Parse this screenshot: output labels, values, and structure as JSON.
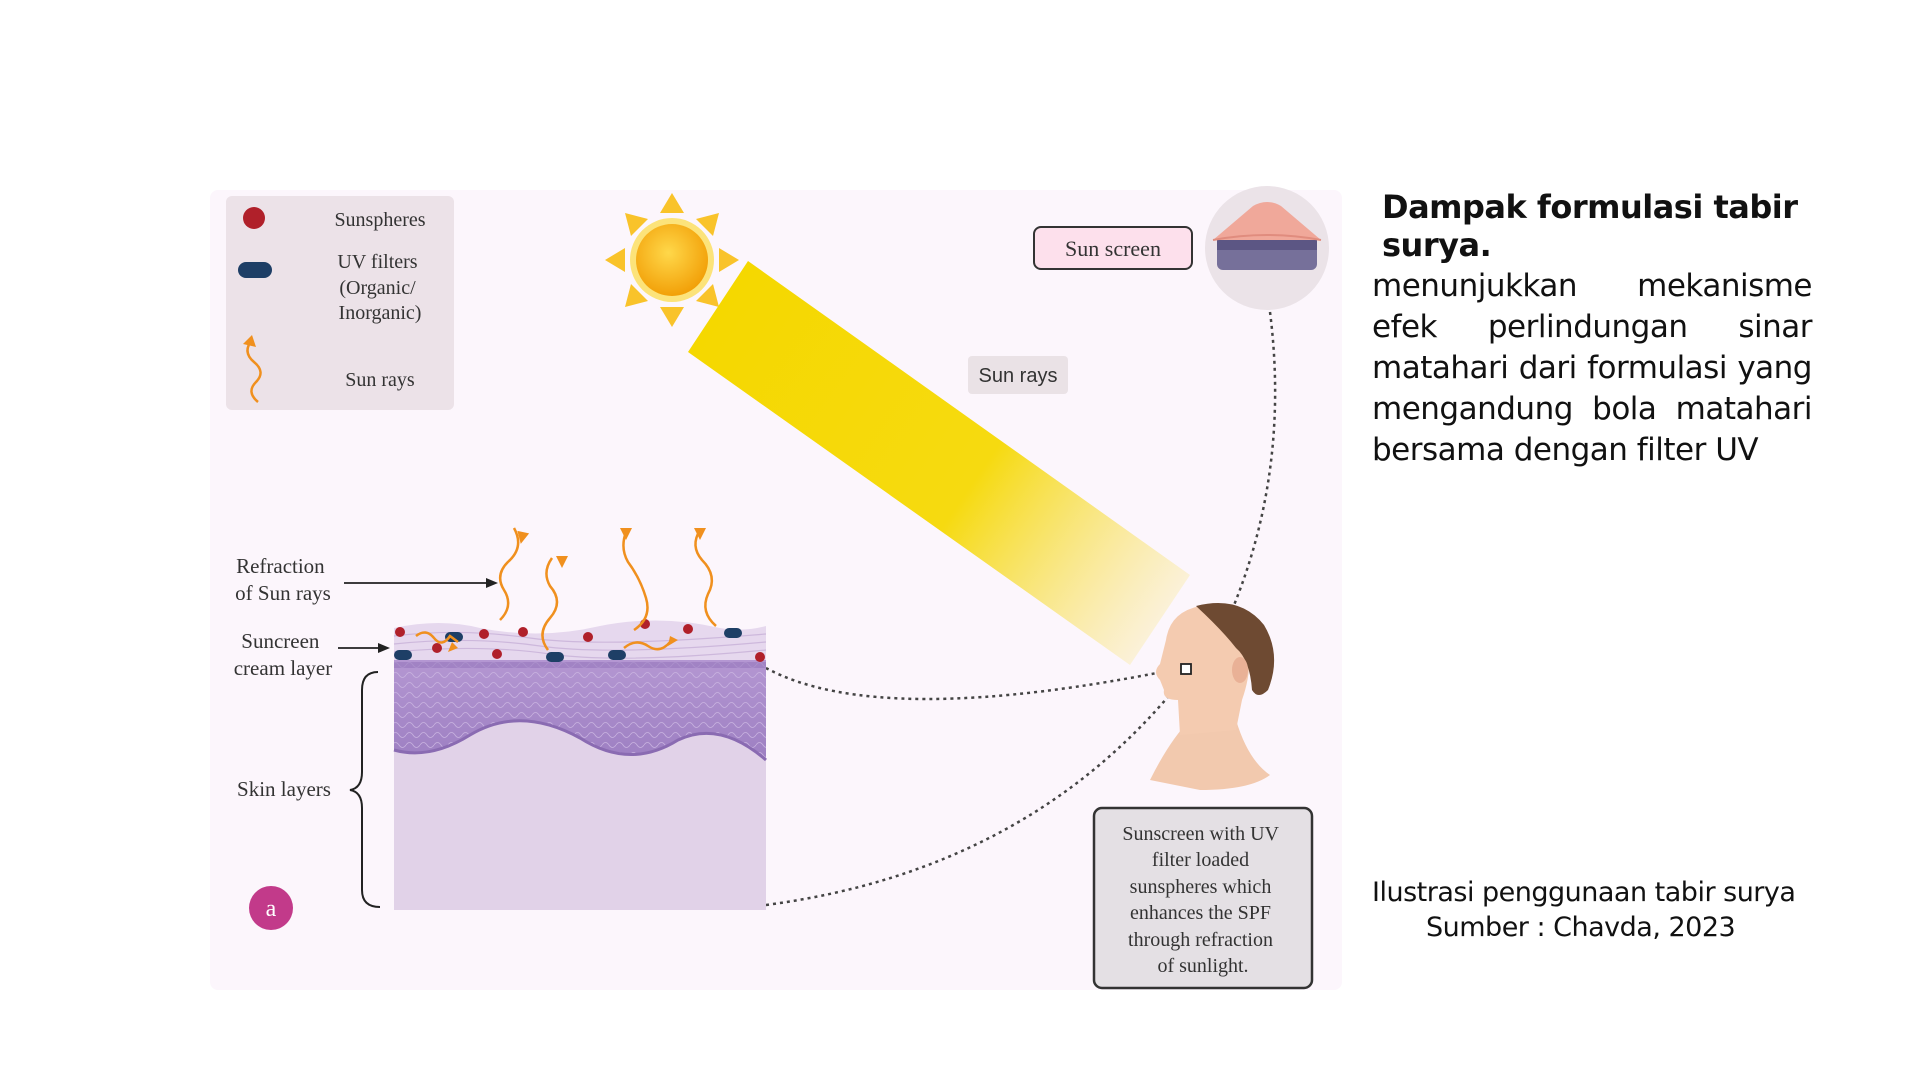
{
  "figure": {
    "legend": {
      "sunspheres": "Sunspheres",
      "uv_filters": [
        "UV filters",
        "(Organic/",
        "Inorganic)"
      ],
      "sun_rays": "Sun rays"
    },
    "sun_rays_label": "Sun rays",
    "sun_screen_label": "Sun screen",
    "refraction_label": [
      "Refraction",
      "of Sun rays"
    ],
    "cream_layer_label": [
      "Suncreen",
      "cream layer"
    ],
    "skin_layers_label": "Skin layers",
    "panel_letter": "a",
    "info_box": [
      "Sunscreen with UV",
      "filter loaded",
      "sunspheres which",
      "enhances the SPF",
      "through refraction",
      "of sunlight."
    ],
    "colors": {
      "background": "#fcf6fc",
      "sunsphere": "#b0202a",
      "uv_filter": "#1e3f66",
      "ray": "#f0901e",
      "beam": "#f5d800",
      "sun": "#f9b60e",
      "skin_layer": "#a98cc8",
      "badge": "#c23a8a"
    }
  },
  "side": {
    "title": "Dampak formulasi tabir surya.",
    "body": "menunjukkan mekanisme efek perlindungan sinar matahari dari formulasi yang mengandung bola matahari bersama dengan filter UV",
    "caption_line1": "Ilustrasi penggunaan tabir surya",
    "caption_line2": "Sumber : Chavda, 2023"
  }
}
